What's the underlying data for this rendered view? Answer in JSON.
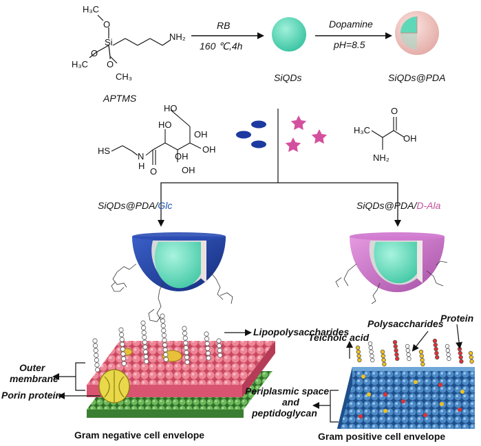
{
  "synthesis": {
    "reactant": "APTMS",
    "step1_reagent": "RB",
    "step1_condition": "160 ℃,4h",
    "intermediate": "SiQDs",
    "step2_reagent": "Dopamine",
    "step2_condition": "pH=8.5",
    "product": "SiQDs@PDA"
  },
  "aptms_atoms": {
    "h3c_top": "H₃C",
    "o1": "O",
    "si": "Si",
    "o2": "O",
    "h3c_left": "H₃C",
    "o3": "O",
    "ch3": "CH₃",
    "nh2": "NH₂"
  },
  "glc_atoms": {
    "hs": "HS",
    "n": "N",
    "h": "H",
    "o": "O",
    "ho1": "HO",
    "ho2": "HO",
    "oh1": "OH",
    "oh2": "OH",
    "oh3": "OH",
    "oh4": "OH"
  },
  "ala_atoms": {
    "h3c": "H₃C",
    "nh2": "NH₂",
    "o": "O",
    "oh": "OH"
  },
  "branches": {
    "left_prefix": "SiQDs@PDA/",
    "left_ligand": "Glc",
    "right_prefix": "SiQDs@PDA/",
    "right_ligand": "D-Ala"
  },
  "gram_negative": {
    "caption": "Gram negative cell envelope",
    "lps_label": "Lipopolysaccharides",
    "outer_membrane_line1": "Outer",
    "outer_membrane_line2": "membrane",
    "porin_label": "Porin protein"
  },
  "gram_positive": {
    "caption": "Gram positive cell envelope",
    "teichoic_label": "Teichoic acid",
    "polysaccharides_label": "Polysaccharides",
    "protein_label": "Protein",
    "periplasm_line1": "Periplasmic space",
    "periplasm_line2": "and",
    "periplasm_line3": "peptidoglycan"
  },
  "colors": {
    "qd_core": "#5fd8b8",
    "pda_shell": "#f2c9c4",
    "glc_shell": "#1f3f9a",
    "ala_shell": "#c86cc6",
    "glc_text": "#1f55b0",
    "ala_text": "#c0509a",
    "ellipse_blue": "#1c3aa0",
    "star_pink": "#d4509f",
    "membrane_pink": "#e56a82",
    "inner_green": "#5aa04a",
    "porin_yellow": "#e8d84a",
    "pg_blue": "#3c78b8"
  }
}
